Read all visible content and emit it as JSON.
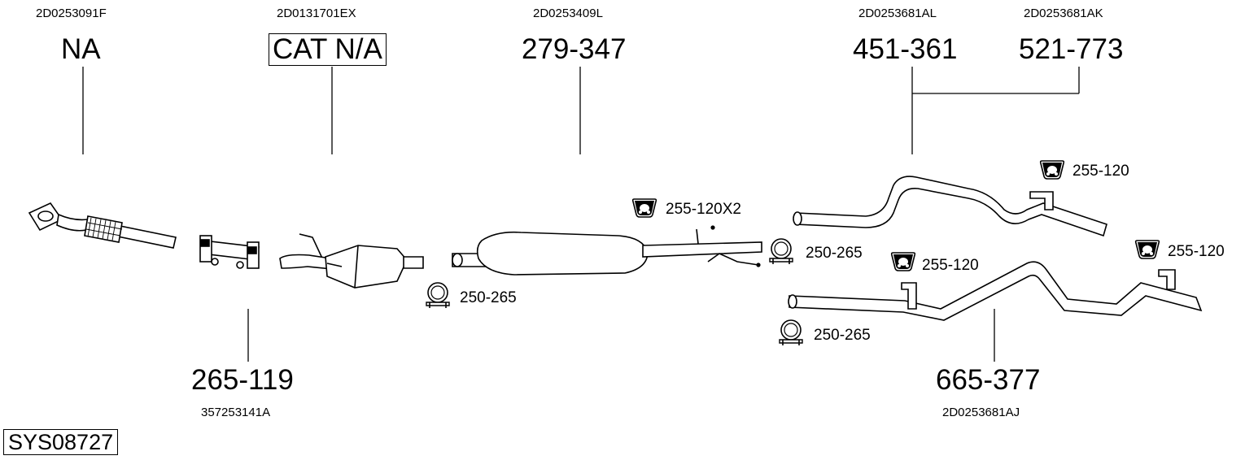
{
  "diagram": {
    "parts": [
      {
        "oem": "2D0253091F",
        "number": "NA"
      },
      {
        "oem": "2D0131701EX",
        "number": "CAT N/A"
      },
      {
        "oem": "2D0253409L",
        "number": "279-347"
      },
      {
        "oem": "2D0253681AL",
        "number": "451-361"
      },
      {
        "oem": "2D0253681AK",
        "number": "521-773"
      },
      {
        "oem": "357253141A",
        "number": "265-119"
      },
      {
        "oem": "2D0253681AJ",
        "number": "665-377"
      }
    ],
    "accessories": [
      {
        "label": "255-120X2",
        "icon": "rubber-hanger-icon"
      },
      {
        "label": "250-265",
        "icon": "pipe-clamp-icon"
      },
      {
        "label": "250-265",
        "icon": "pipe-clamp-icon"
      },
      {
        "label": "255-120",
        "icon": "rubber-hanger-icon"
      },
      {
        "label": "255-120",
        "icon": "rubber-hanger-icon"
      },
      {
        "label": "255-120",
        "icon": "rubber-hanger-icon"
      },
      {
        "label": "250-265",
        "icon": "pipe-clamp-icon"
      }
    ],
    "system_code": "SYS08727"
  }
}
